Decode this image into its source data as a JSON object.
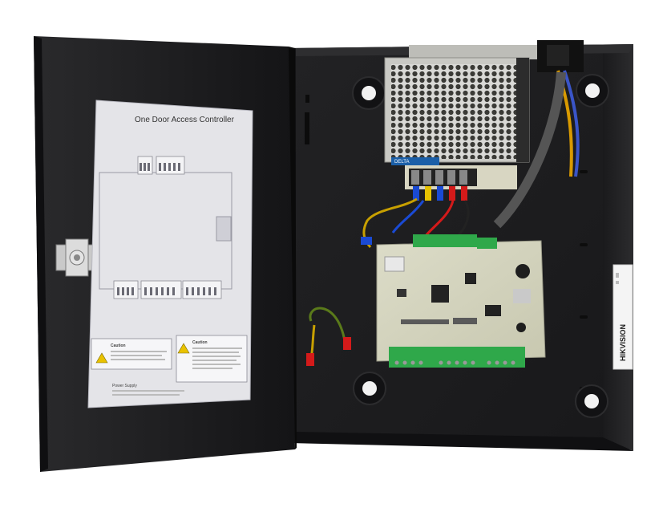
{
  "door_label": {
    "title": "One Door Access Controller",
    "caution_left": "Caution",
    "caution_right": "Caution",
    "power_supply_heading": "Power Supply"
  },
  "side_label": {
    "brand": "HIKVISION"
  },
  "psu_label": {
    "brand": "DELTA"
  }
}
